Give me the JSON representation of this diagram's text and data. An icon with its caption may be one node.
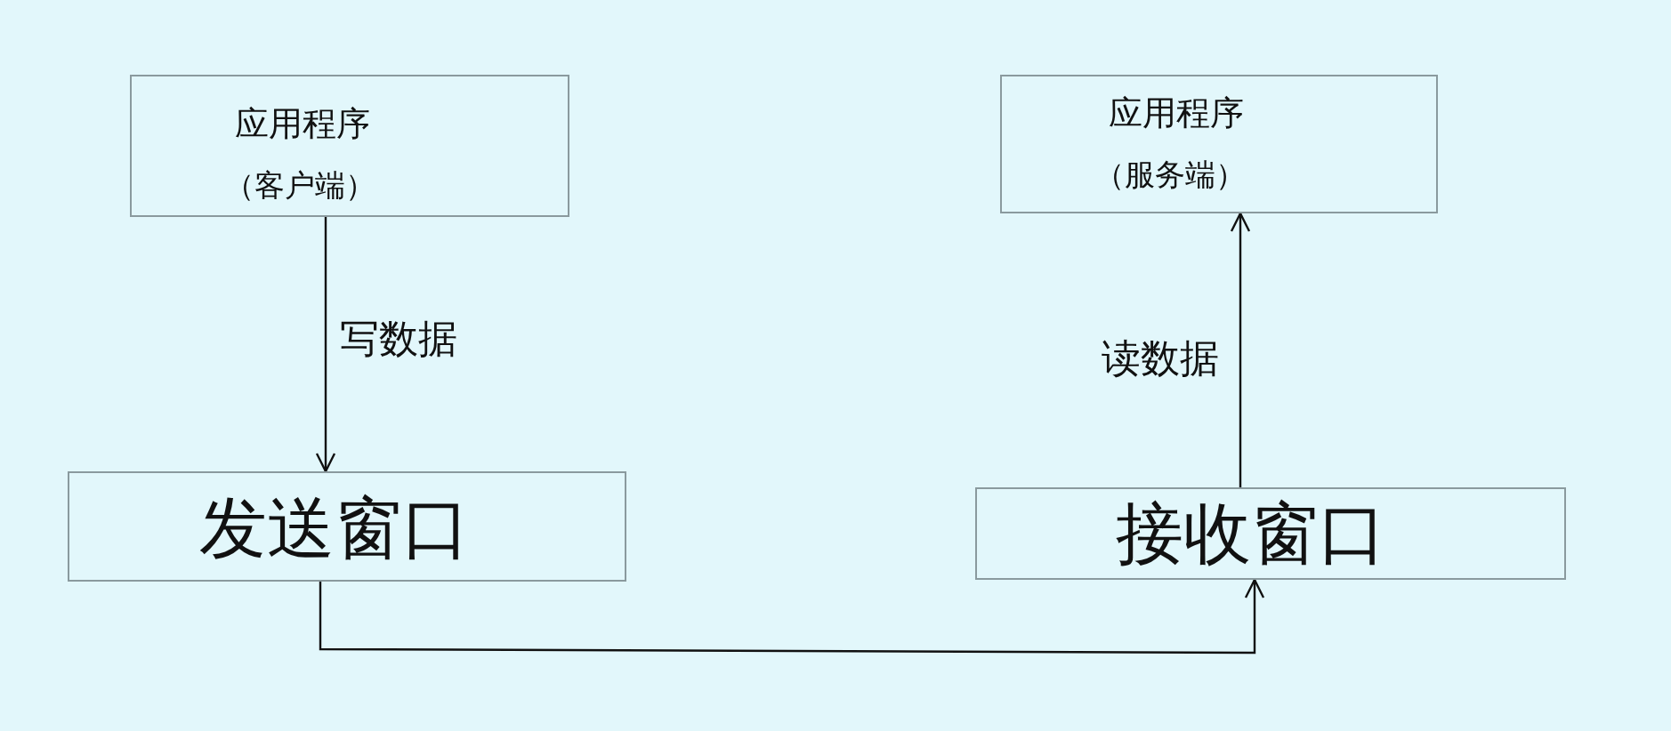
{
  "diagram": {
    "nodes": [
      {
        "text": [
          "应用程序",
          "（客户端）"
        ]
      },
      {
        "text": [
          "应用程序",
          "（服务端）"
        ]
      },
      {
        "text": [
          "发送窗口"
        ]
      },
      {
        "text": [
          "接收窗口"
        ]
      }
    ],
    "edges": [
      {
        "from": 0,
        "to": 2,
        "arrow": "to",
        "label": "写数据"
      },
      {
        "from": 3,
        "to": 1,
        "arrow": "to",
        "label": "读数据"
      },
      {
        "from": 2,
        "to": 3,
        "arrow": "to"
      }
    ]
  }
}
